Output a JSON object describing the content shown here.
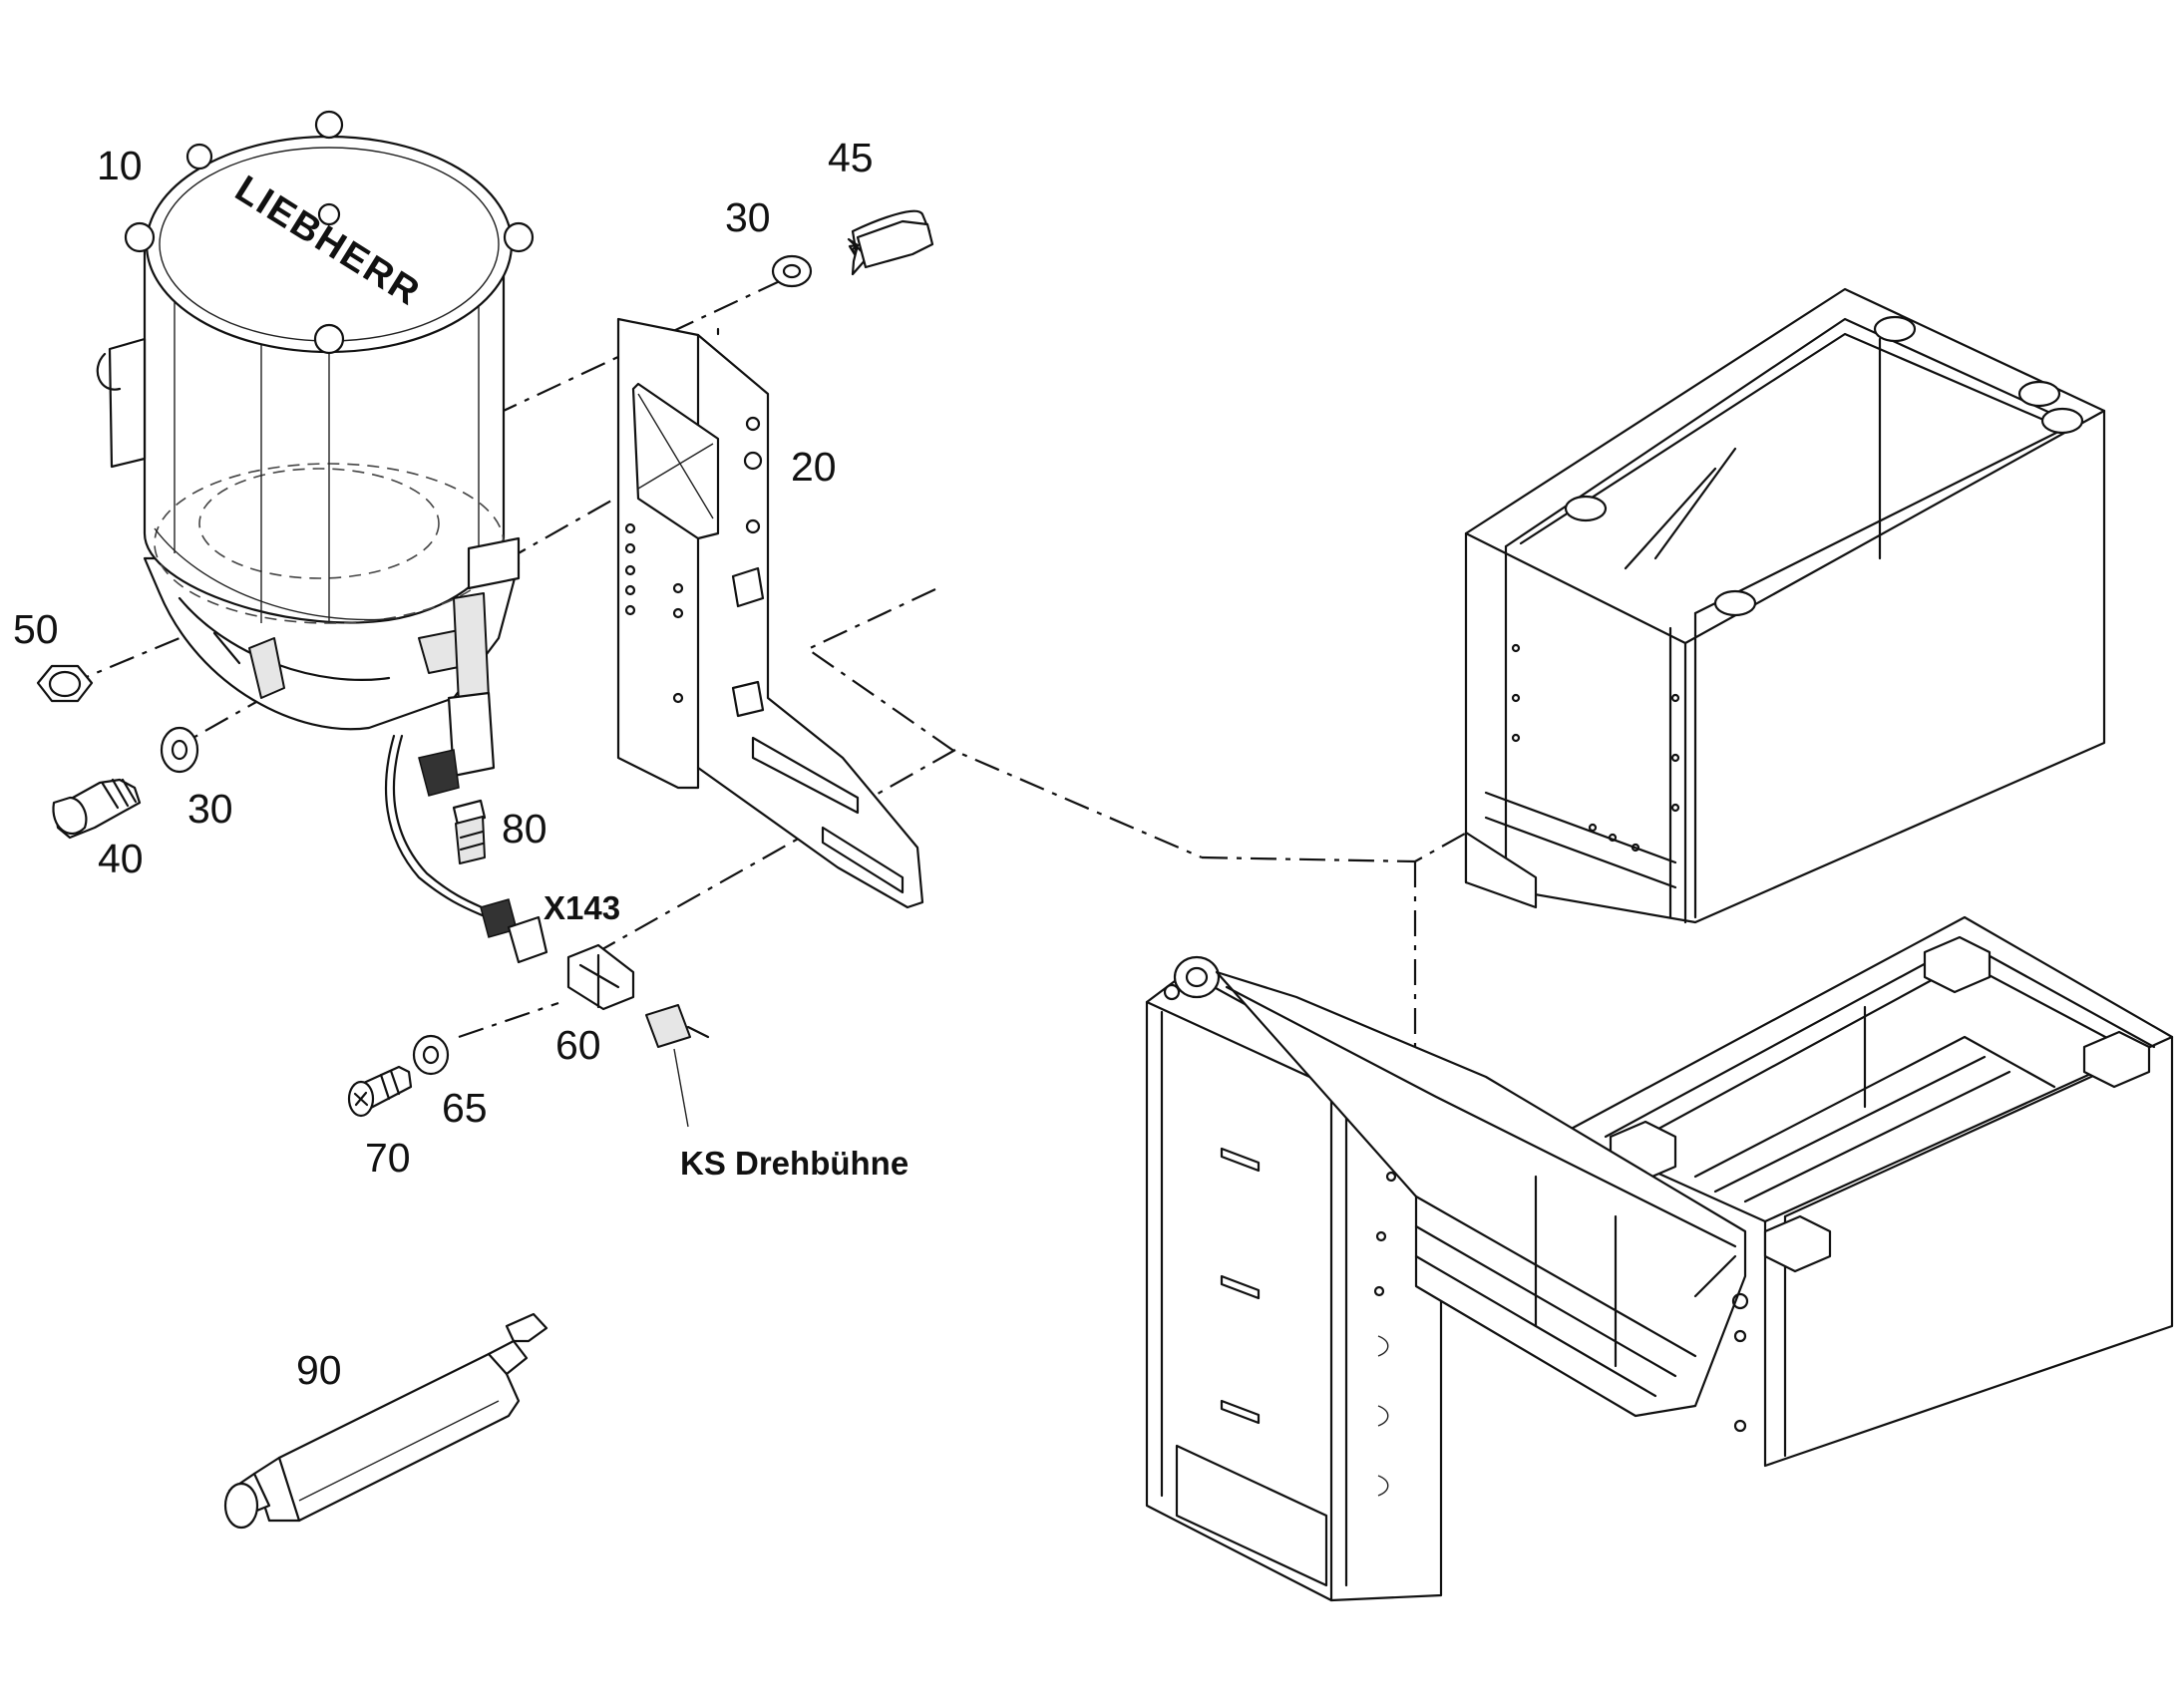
{
  "brand": "LIEBHERR",
  "callouts": {
    "c10": "10",
    "c20": "20",
    "c30a": "30",
    "c30b": "30",
    "c40": "40",
    "c45": "45",
    "c50": "50",
    "c60": "60",
    "c65": "65",
    "c70": "70",
    "c80": "80",
    "c90": "90"
  },
  "connector": "X143",
  "cable_note": "KS Drehbühne"
}
